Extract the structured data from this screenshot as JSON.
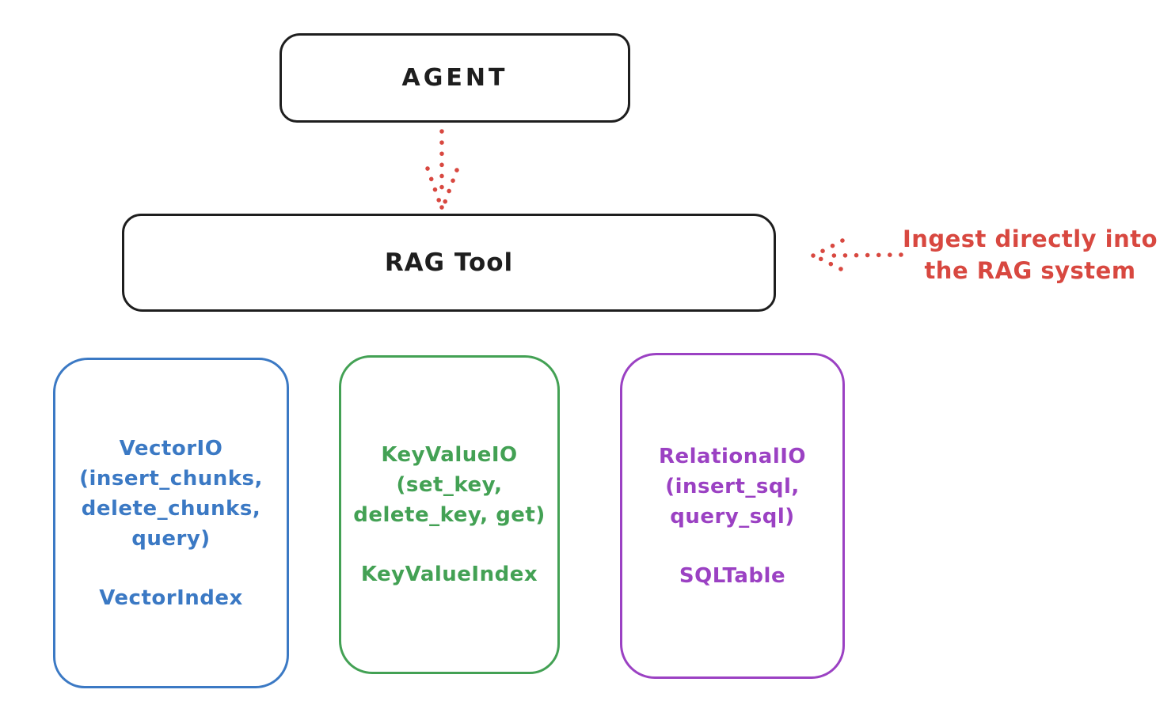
{
  "diagram": {
    "background": "#ffffff",
    "colors": {
      "ink_black": "#1e1e1e",
      "accent_red": "#d84840",
      "vector_blue": "#3b79c4",
      "keyvalue_green": "#43a154",
      "relational_purple": "#9b41c3"
    },
    "nodes": {
      "agent": {
        "label": "AGENT"
      },
      "rag_tool": {
        "label": "RAG Tool"
      }
    },
    "annotation": {
      "line1": "Ingest directly into",
      "line2": "the RAG system"
    },
    "io_boxes": [
      {
        "id": "vector-io",
        "color": "#3b79c4",
        "lines": [
          "VectorIO",
          "(insert_chunks,",
          "delete_chunks,",
          "query)"
        ],
        "footer": "VectorIndex"
      },
      {
        "id": "keyvalue-io",
        "color": "#43a154",
        "lines": [
          "KeyValueIO",
          "(set_key,",
          "delete_key, get)"
        ],
        "footer": "KeyValueIndex"
      },
      {
        "id": "relational-io",
        "color": "#9b41c3",
        "lines": [
          "RelationalIO",
          "(insert_sql,",
          "query_sql)"
        ],
        "footer": "SQLTable"
      }
    ],
    "arrows": [
      {
        "id": "agent-to-rag",
        "style": "dotted",
        "color": "#d84840",
        "direction": "down"
      },
      {
        "id": "annotation-to-rag",
        "style": "dotted",
        "color": "#d84840",
        "direction": "left"
      }
    ]
  }
}
